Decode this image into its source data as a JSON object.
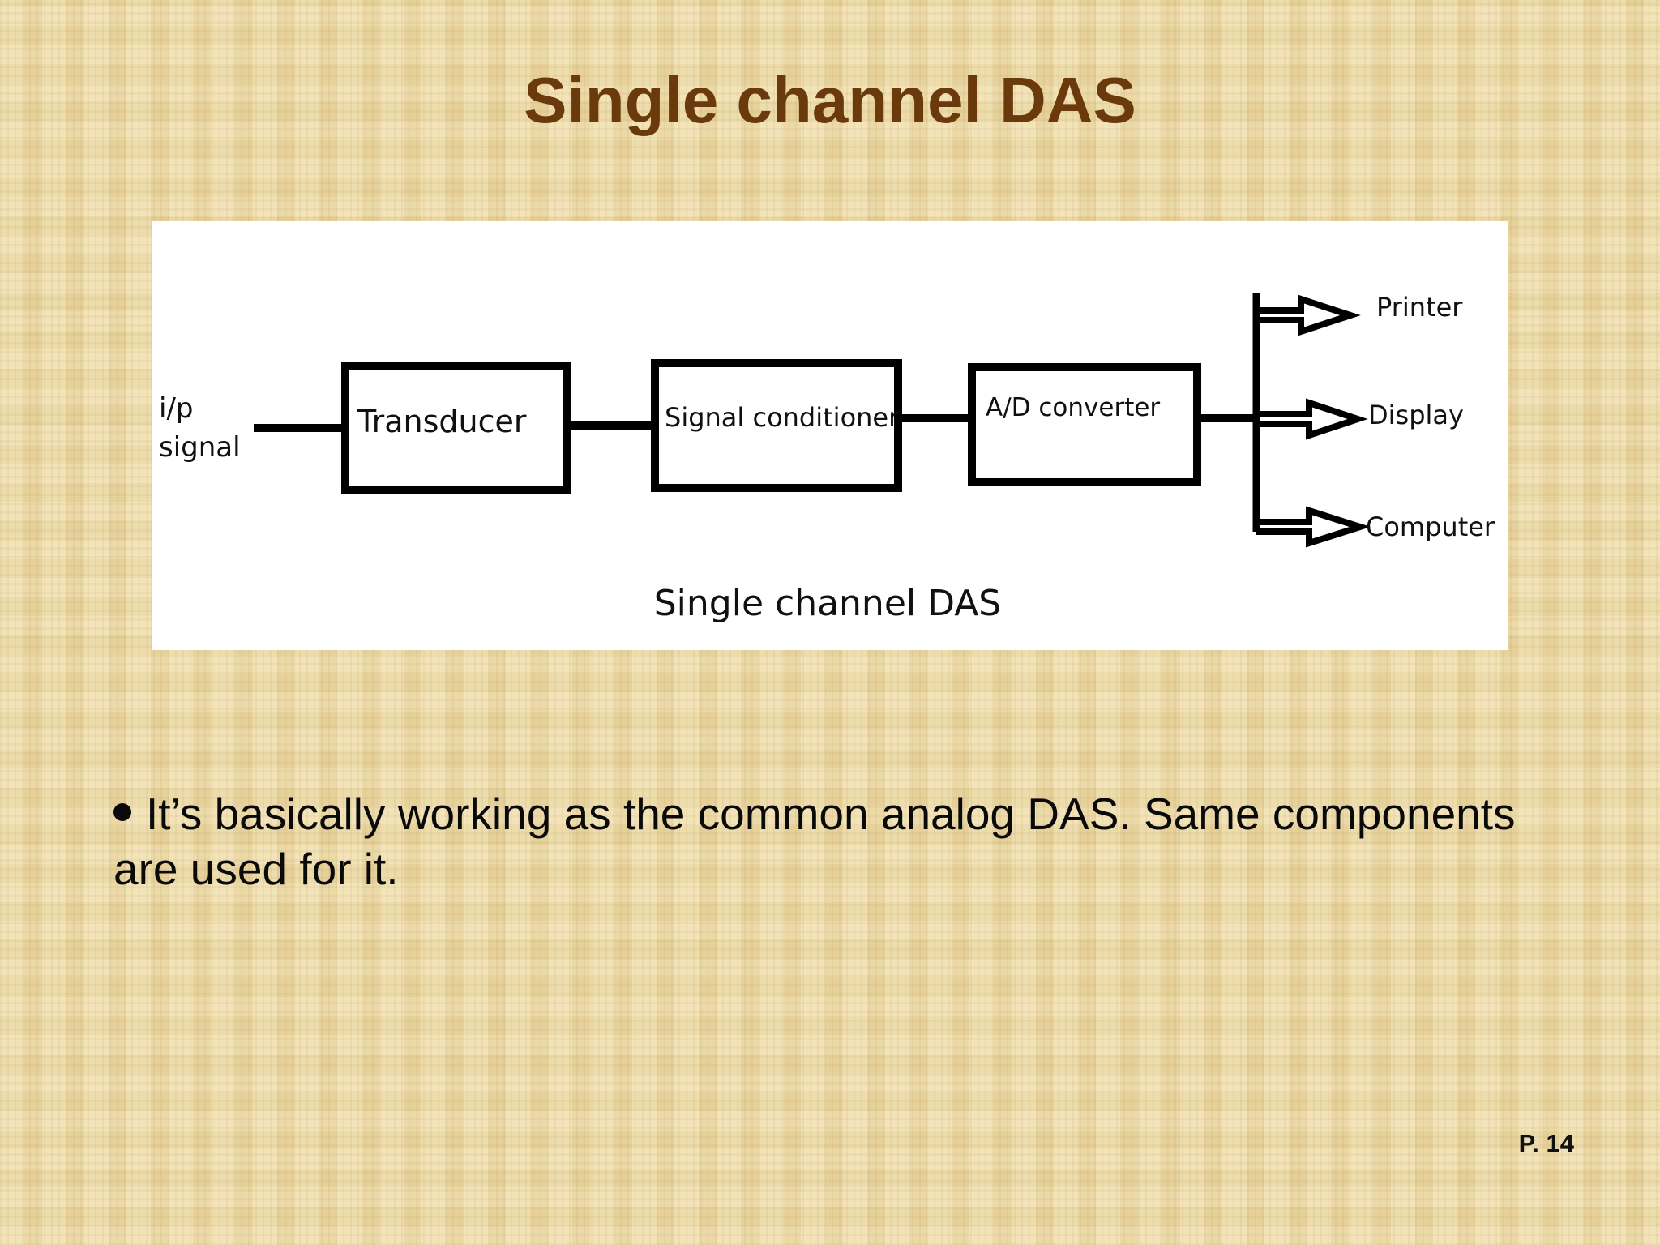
{
  "slide": {
    "title": "Single channel DAS",
    "page_number": "P. 14"
  },
  "diagram": {
    "input_label_line1": "i/p",
    "input_label_line2": "signal",
    "blocks": {
      "transducer": "Transducer",
      "signal_conditioner": "Signal conditioner",
      "ad_converter": "A/D converter"
    },
    "outputs": {
      "printer": "Printer",
      "display": "Display",
      "computer": "Computer"
    },
    "caption": "Single channel DAS"
  },
  "bullets": [
    {
      "text": "It’s basically working as the common analog DAS. Same components are used for it."
    }
  ],
  "colors": {
    "title": "#6b3a0c",
    "background": "#ecd9a6"
  }
}
